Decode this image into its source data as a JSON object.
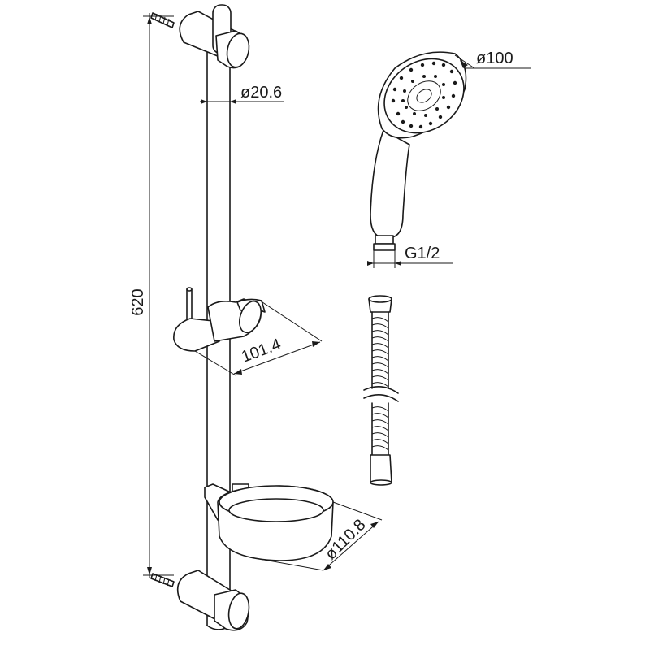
{
  "drawing": {
    "dimensions": {
      "rail_length": "620",
      "rail_diameter": "ø20.6",
      "holder_offset": "101.4",
      "soap_dish_diameter": "ø110.8",
      "head_diameter": "ø100",
      "thread": "G1/2"
    },
    "line_color": "#1a1a1a"
  }
}
